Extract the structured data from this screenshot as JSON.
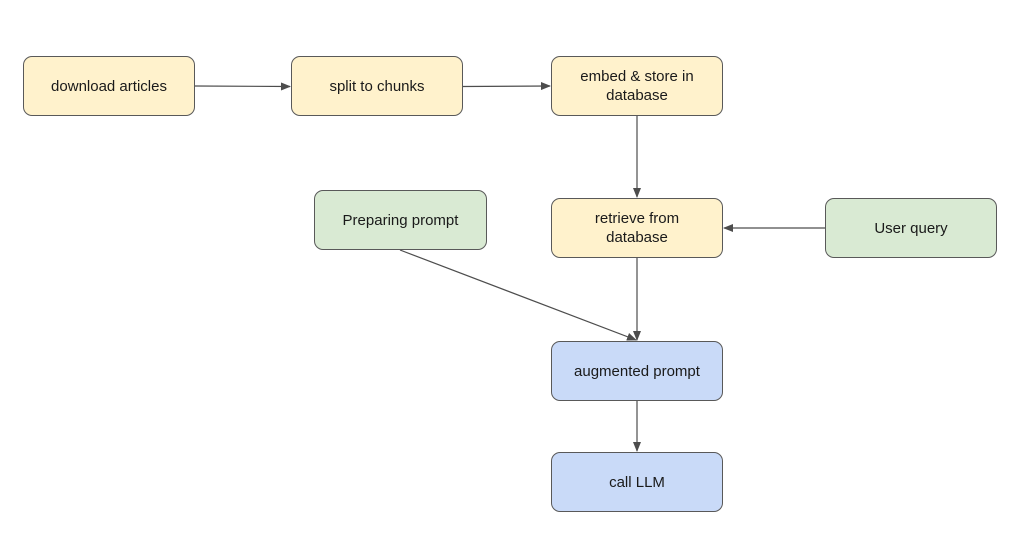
{
  "diagram": {
    "nodes": {
      "download": {
        "label": "download articles",
        "color": "#fff2cc"
      },
      "split": {
        "label": "split to chunks",
        "color": "#fff2cc"
      },
      "embed": {
        "label": "embed & store in\ndatabase",
        "color": "#fff2cc"
      },
      "prepare": {
        "label": "Preparing prompt",
        "color": "#d9ead3"
      },
      "retrieve": {
        "label": "retrieve from\ndatabase",
        "color": "#fff2cc"
      },
      "user_query": {
        "label": "User query",
        "color": "#d9ead3"
      },
      "augmented": {
        "label": "augmented prompt",
        "color": "#c9daf8"
      },
      "call_llm": {
        "label": "call LLM",
        "color": "#c9daf8"
      }
    },
    "edges": [
      {
        "from": "download",
        "to": "split"
      },
      {
        "from": "split",
        "to": "embed"
      },
      {
        "from": "embed",
        "to": "retrieve"
      },
      {
        "from": "user_query",
        "to": "retrieve"
      },
      {
        "from": "retrieve",
        "to": "augmented"
      },
      {
        "from": "prepare",
        "to": "augmented"
      },
      {
        "from": "augmented",
        "to": "call_llm"
      }
    ],
    "colors": {
      "stroke": "#595959",
      "arrow": "#4d4d4d"
    }
  }
}
